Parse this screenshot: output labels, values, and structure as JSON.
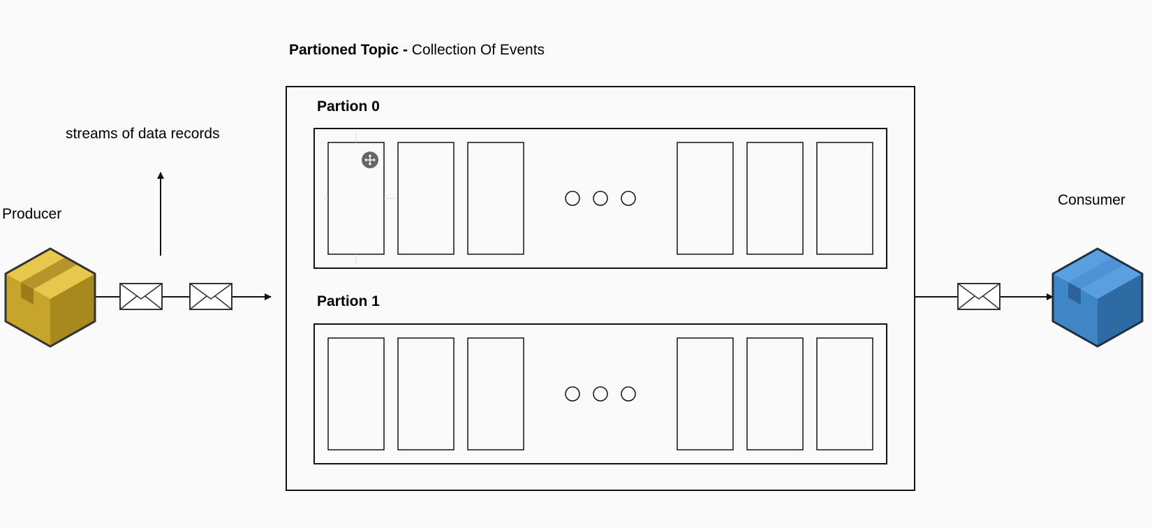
{
  "topic": {
    "title_bold": "Partioned Topic -",
    "title_rest": " Collection Of Events"
  },
  "partitions": [
    {
      "label": "Partion 0"
    },
    {
      "label": "Partion 1"
    }
  ],
  "producer": {
    "label": "Producer",
    "color": "#d9b83a"
  },
  "consumer": {
    "label": "Consumer",
    "color": "#3f86c6"
  },
  "annotation": {
    "text": "streams of data records"
  },
  "icons": {
    "producer": "box-icon",
    "consumer": "box-icon",
    "message": "envelope-icon",
    "ellipsis": "ellipsis-icon",
    "cursor": "move-cursor-icon"
  }
}
